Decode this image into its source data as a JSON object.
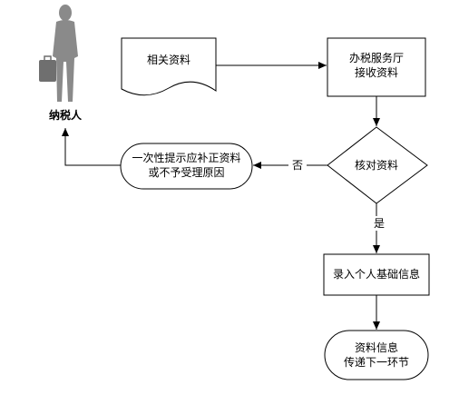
{
  "person": {
    "label": "纳税人"
  },
  "nodes": {
    "documents": {
      "label": "相关资料"
    },
    "hall": {
      "line1": "办税服务厅",
      "line2": "接收资料"
    },
    "check": {
      "label": "核对资料"
    },
    "reject": {
      "line1": "一次性提示应补正资料",
      "line2": "或不予受理原因"
    },
    "entry": {
      "label": "录入个人基础信息"
    },
    "end": {
      "line1": "资料信息",
      "line2": "传递下一环节"
    }
  },
  "edges": {
    "no": "否",
    "yes": "是"
  }
}
